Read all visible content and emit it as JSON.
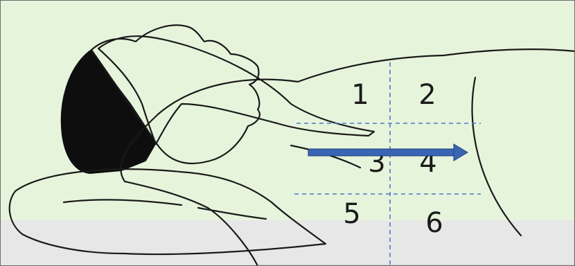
{
  "diagram": {
    "zones": [
      {
        "id": "1",
        "label": "1"
      },
      {
        "id": "2",
        "label": "2"
      },
      {
        "id": "3",
        "label": "3"
      },
      {
        "id": "4",
        "label": "4"
      },
      {
        "id": "5",
        "label": "5"
      },
      {
        "id": "6",
        "label": "6"
      }
    ],
    "arrow_direction": "left-to-right",
    "colors": {
      "background": "#e6f4dc",
      "floor": "#e7e7e7",
      "skin": "#fad8c0",
      "hair": "#0e0e0e",
      "pillow": "#ffffff",
      "grid": "#4a78c4",
      "arrow": "#3a64b4",
      "arrow_border": "#1f3f7a",
      "border": "#6a6a6a"
    }
  }
}
